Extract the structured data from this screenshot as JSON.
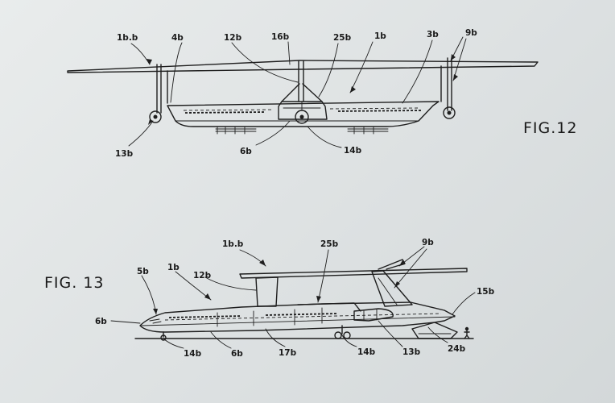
{
  "fig12": {
    "caption": "FIG.12",
    "labels": {
      "l1bb": "1b.b",
      "l4b": "4b",
      "l12b": "12b",
      "l16b": "16b",
      "l25b": "25b",
      "l1b": "1b",
      "l3b": "3b",
      "l9b": "9b",
      "l13b": "13b",
      "l6b": "6b",
      "l14b": "14b"
    }
  },
  "fig13": {
    "caption": "FIG. 13",
    "labels": {
      "l1bb": "1b.b",
      "l25b": "25b",
      "l9b": "9b",
      "l5b": "5b",
      "l1b": "1b",
      "l12b": "12b",
      "l15b": "15b",
      "l6b_nose": "6b",
      "l14b_front": "14b",
      "l6b": "6b",
      "l17b": "17b",
      "l14b_rear": "14b",
      "l13b": "13b",
      "l24b": "24b"
    }
  },
  "colors": {
    "ink": "#1e1e1e",
    "paper": "#e4e7e8"
  }
}
